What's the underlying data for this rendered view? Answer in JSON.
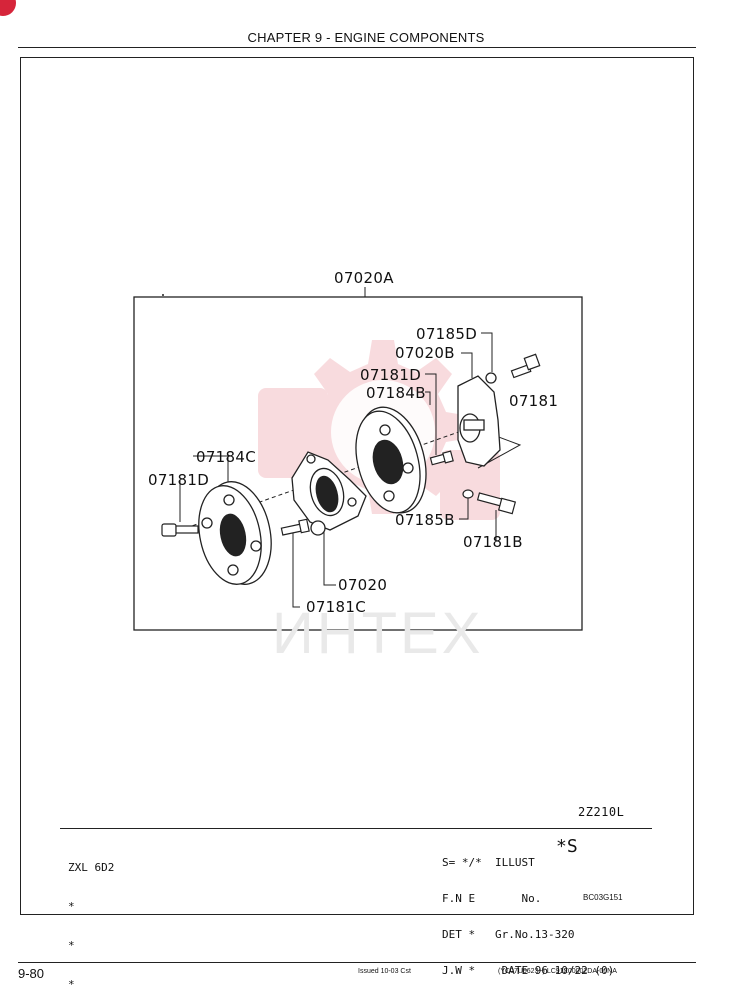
{
  "header": {
    "chapter_title": "CHAPTER 9 - ENGINE COMPONENTS"
  },
  "diagram": {
    "assembly_callout": "07020A",
    "callouts": {
      "c07185D": "07185D",
      "c07020B": "07020B",
      "c07181D_top": "07181D",
      "c07184B": "07184B",
      "c07181": "07181",
      "c07184C": "07184C",
      "c07181D_left": "07181D",
      "c07185B": "07185B",
      "c07181B": "07181B",
      "c07020": "07020",
      "c07181C": "07181C"
    },
    "figure_code": "2Z210L",
    "watermark": "ИНТЕХ"
  },
  "title_block": {
    "model_lines": [
      "ZXL 6D2",
      "*",
      "*",
      "*"
    ],
    "info_lines": [
      "S= */*  ILLUST",
      "F.N E       No.",
      "DET *   Gr.No.13-320",
      "J.W *    DATE 96 10/22 (0)"
    ],
    "illust_no": "*S",
    "drawing_code": "BC03G151"
  },
  "footer": {
    "page_number": "9-80",
    "issued": "Issued 10-03   Cst",
    "reference": "(YC07U0623~)   LC91Z00002DA-00NA"
  },
  "colors": {
    "ink": "#222222",
    "watermark_red": "#d6253a"
  }
}
